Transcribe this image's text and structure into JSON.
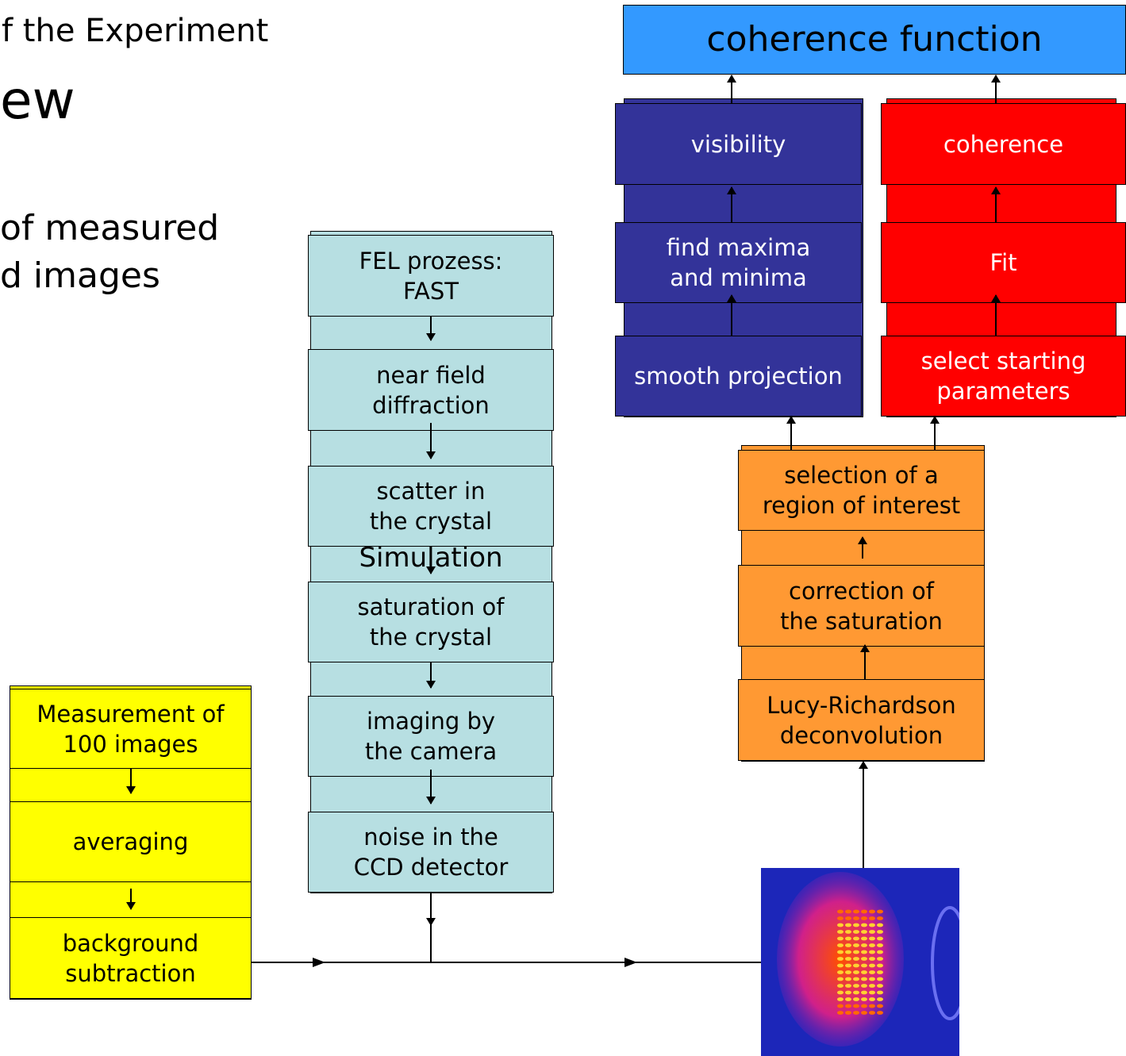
{
  "slide": {
    "subtitle": "f the Experiment",
    "title_fragment": "ew",
    "body_line1": "of measured",
    "body_line2": "d images"
  },
  "simulation": {
    "label": "Simulation",
    "steps": [
      "FEL prozess:\nFAST",
      "near field\ndiffraction",
      "scatter in\nthe crystal",
      "saturation of\nthe crystal",
      "imaging by\nthe camera",
      "noise in the\nCCD detector"
    ]
  },
  "measurement": {
    "steps": [
      "Measurement of\n100 images",
      "averaging",
      "background\nsubtraction"
    ]
  },
  "processing": {
    "steps": [
      "Lucy-Richardson\ndeconvolution",
      "correction of\nthe saturation",
      "selection of a\nregion of interest"
    ]
  },
  "visibility_branch": {
    "steps": [
      "smooth projection",
      "find maxima\nand minima",
      "visibility"
    ]
  },
  "fit_branch": {
    "steps": [
      "select starting\nparameters",
      "Fit",
      "coherence"
    ]
  },
  "result": {
    "label": "coherence function"
  },
  "colors": {
    "simulation": "#b7dfe2",
    "measurement": "#ffff00",
    "processing": "#ff9933",
    "visibility": "#333399",
    "fit": "#ff0000",
    "result": "#3399ff"
  },
  "image": {
    "icon": "interference-pattern-image"
  }
}
